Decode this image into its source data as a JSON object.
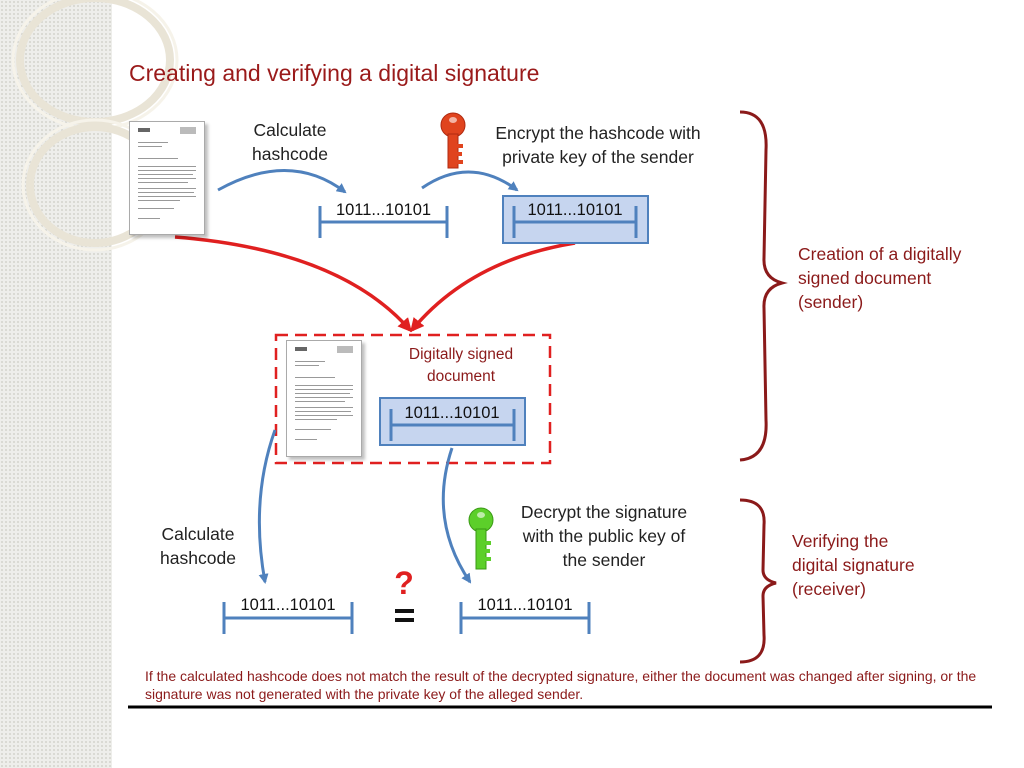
{
  "title": "Creating and verifying a digital signature",
  "labels": {
    "calculate_hashcode_top": "Calculate\nhashcode",
    "encrypt_hashcode": "Encrypt the hashcode with\nprivate key of the sender",
    "creation_bracket": "Creation of a digitally\nsigned document\n(sender)",
    "digitally_signed_document": "Digitally signed\ndocument",
    "calculate_hashcode_bottom": "Calculate\nhashcode",
    "decrypt_signature": "Decrypt the signature\nwith the public key of\nthe sender",
    "verifying_bracket": "Verifying the\ndigital signature\n(receiver)"
  },
  "hashcodes": {
    "top_plain": "1011...10101",
    "top_encrypted": "1011...10101",
    "signed_doc": "1011...10101",
    "bottom_calculated": "1011...10101",
    "bottom_decrypted": "1011...10101"
  },
  "comparison_symbol": "?",
  "footnote": "If the calculated hashcode does not match the result of the decrypted signature, either the document was changed after signing, or the signature was not generated with the private key of the alleged sender.",
  "icons": {
    "private_key": "key-icon (red)",
    "public_key": "key-icon (green)",
    "document": "document-icon"
  },
  "colors": {
    "title": "#9a1a1a",
    "red_arrow": "#e02020",
    "blue_arrow": "#4f81bd",
    "encrypted_fill": "#c6d5ef",
    "private_key": "#e0441e",
    "public_key": "#5ccf2a",
    "bracket": "#8b1a1a"
  }
}
